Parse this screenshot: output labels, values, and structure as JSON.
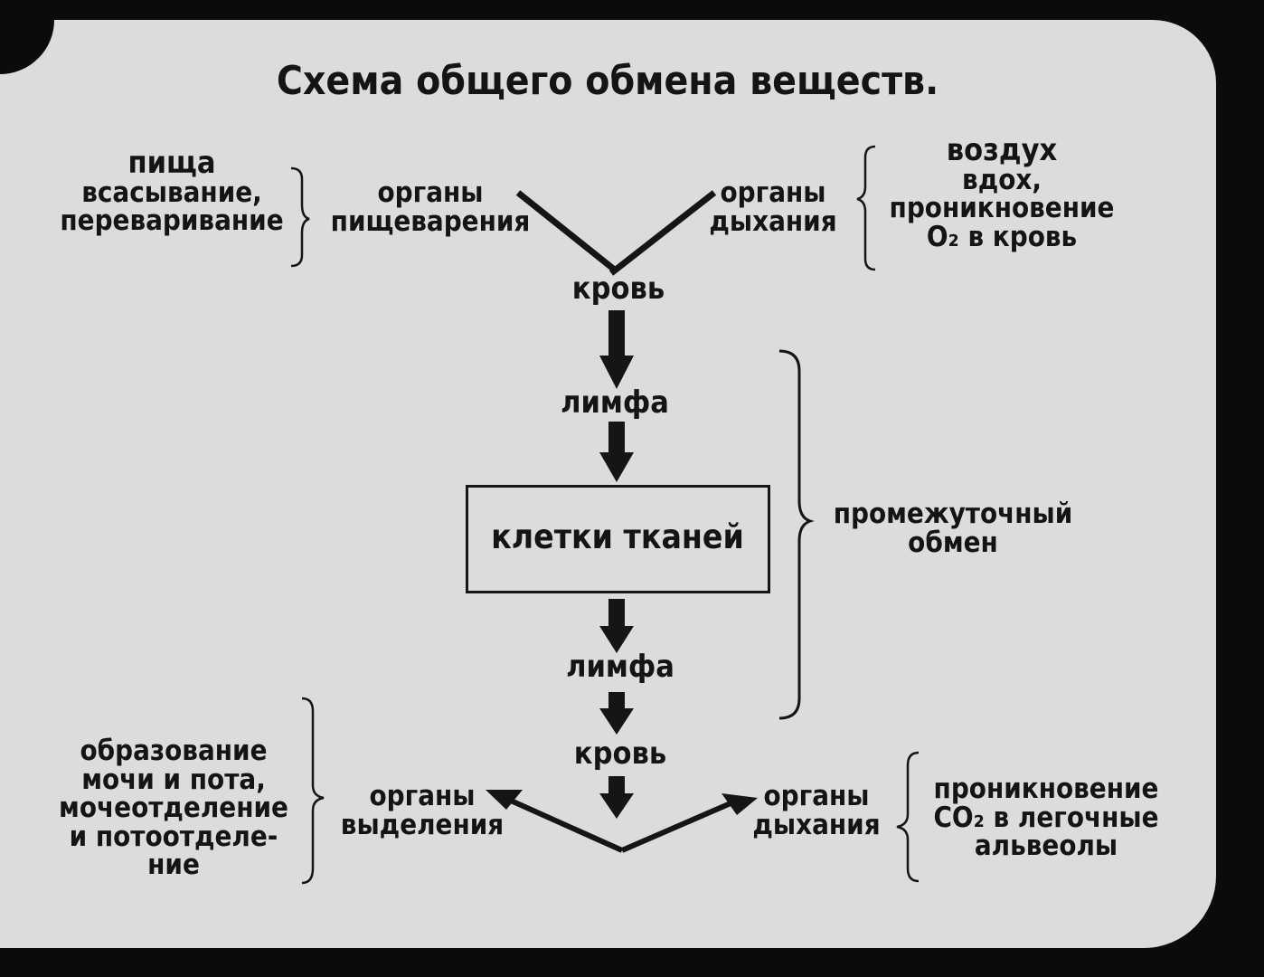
{
  "title": "Схема общего обмена веществ.",
  "top_left": {
    "heading": "пища",
    "lines": [
      "всасывание,",
      "переваривание"
    ]
  },
  "top_right": {
    "heading": "воздух",
    "lines": [
      "вдох,",
      "проникновение",
      "O₂ в кровь"
    ]
  },
  "digestive_organs": [
    "органы",
    "пищеварения"
  ],
  "respiratory_organs_top": [
    "органы",
    "дыхания"
  ],
  "blood_top": "кровь",
  "lymph_top": "лимфа",
  "tissue_cells": "клетки тканей",
  "lymph_bottom": "лимфа",
  "blood_bottom": "кровь",
  "intermediate_metabolism": [
    "промежуточный",
    "обмен"
  ],
  "bottom_left": [
    "образование",
    "мочи и пота,",
    "мочеотделение",
    "и потоотделе-",
    "ние"
  ],
  "excretory_organs": [
    "органы",
    "выделения"
  ],
  "respiratory_organs_bottom": [
    "органы",
    "дыхания"
  ],
  "bottom_right": [
    "проникновение",
    "CO₂ в легочные",
    "альвеолы"
  ],
  "colors": {
    "background": "#0b0b0b",
    "slide": "#dcdcdc",
    "ink": "#141414"
  }
}
